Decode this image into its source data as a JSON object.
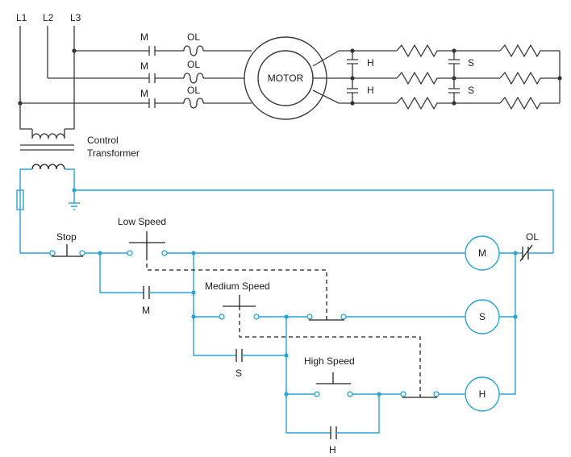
{
  "power": {
    "lines": [
      "L1",
      "L2",
      "L3"
    ],
    "contact_label": "M",
    "overload_label": "OL",
    "motor_label": "MOTOR",
    "high_contact_label": "H",
    "slow_contact_label": "S"
  },
  "transformer": {
    "line1": "Control",
    "line2": "Transformer"
  },
  "control": {
    "stop_label": "Stop",
    "low_speed_label": "Low Speed",
    "medium_speed_label": "Medium Speed",
    "high_speed_label": "High Speed",
    "coil_m": "M",
    "coil_s": "S",
    "coil_h": "H",
    "overload_label": "OL",
    "aux_m": "M",
    "aux_s": "S",
    "aux_h": "H"
  }
}
